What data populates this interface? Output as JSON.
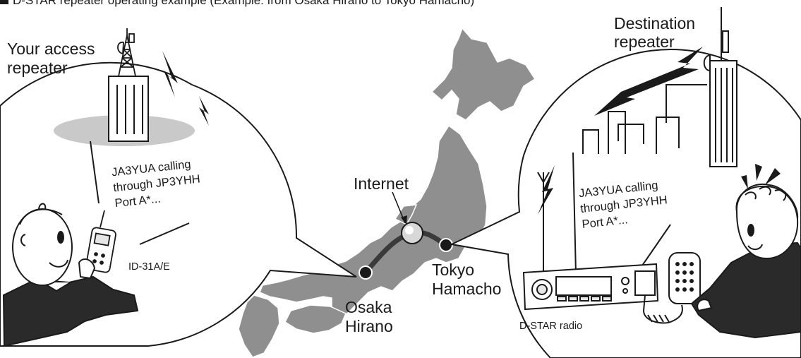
{
  "header": {
    "title": "D-STAR repeater operating example (Example: from Osaka Hirano to Tokyo Hamacho)"
  },
  "left_panel": {
    "access_label_line1": "Your access",
    "access_label_line2": "repeater",
    "speech_line1": "JA3YUA calling",
    "speech_line2": "through JP3YHH",
    "speech_line3": "Port A*...",
    "radio_label": "ID-31A/E"
  },
  "center": {
    "internet_label": "Internet",
    "osaka_line1": "Osaka",
    "osaka_line2": "Hirano",
    "tokyo_line1": "Tokyo",
    "tokyo_line2": "Hamacho"
  },
  "right_panel": {
    "dest_label_line1": "Destination",
    "dest_label_line2": "repeater",
    "speech_line1": "JA3YUA calling",
    "speech_line2": "through JP3YHH",
    "speech_line3": "Port A*...",
    "radio_label": "D-STAR radio"
  },
  "colors": {
    "map_fill": "#8f8f8f",
    "route": "#3a3a3a",
    "ink": "#1a1a1a",
    "ground": "#c9c9c9",
    "jacket": "#2a2a2a"
  },
  "icons": [
    "antenna-tower-icon",
    "lightning-icon",
    "globe-node-icon",
    "location-dot-icon",
    "handheld-radio-icon",
    "mobile-radio-icon",
    "microphone-icon",
    "person-icon",
    "building-icon",
    "dish-antenna-icon"
  ]
}
